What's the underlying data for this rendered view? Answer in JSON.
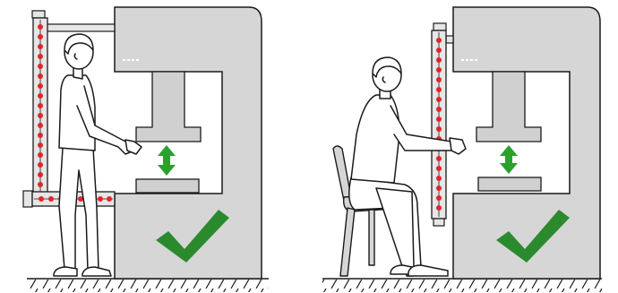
{
  "image": {
    "description_text": "",
    "panels": [
      {
        "id": "standing-operator",
        "operator_posture": "standing",
        "light_curtain": "vertical-and-horizontal",
        "status_icon": "green-checkmark-icon"
      },
      {
        "id": "seated-operator",
        "operator_posture": "seated-on-chair",
        "light_curtain": "vertical",
        "status_icon": "green-checkmark-icon"
      }
    ],
    "colors": {
      "machine_fill": "#d4d4d4",
      "machine_stroke": "#1a1a1a",
      "beam_dot": "#e0262b",
      "check_green": "#2b8a2e",
      "arrow_green": "#2ca02c"
    }
  }
}
